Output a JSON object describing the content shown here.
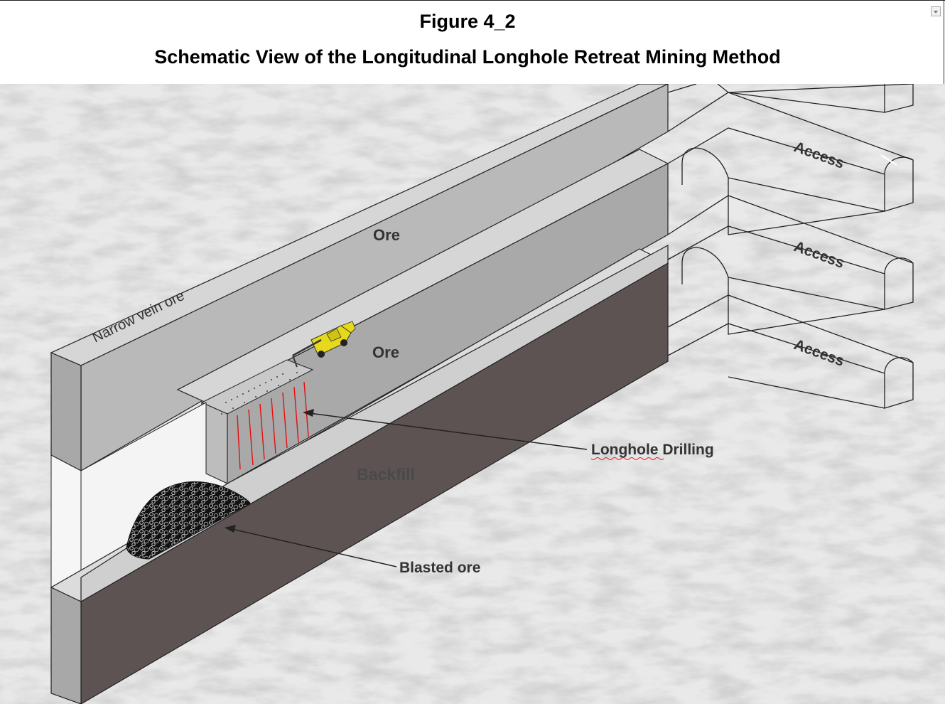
{
  "figure": {
    "number": "Figure 4_2",
    "title": "Schematic View of the Longitudinal Longhole Retreat Mining Method"
  },
  "labels": {
    "narrow_vein": "Narrow vein ore",
    "ore_upper": "Ore",
    "ore_lower": "Ore",
    "backfill": "Backfill",
    "longhole": "Longhole Drilling",
    "blasted": "Blasted ore",
    "access_1": "Access",
    "access_2": "Access",
    "access_3": "Access"
  },
  "colors": {
    "ore_face": "#b9b9b9",
    "ore_top": "#d6d6d6",
    "ore_side": "#a6a6a6",
    "backfill": "#5e5353",
    "drill_holes": "#e01010",
    "drill_rig": "#e6d81a",
    "rock_bg": "#e9e9e9"
  },
  "icons": {
    "drill_rig": "drill-rig-icon",
    "blasted_pile": "rock-pile-icon",
    "dropdown": "chevron-down-icon"
  }
}
